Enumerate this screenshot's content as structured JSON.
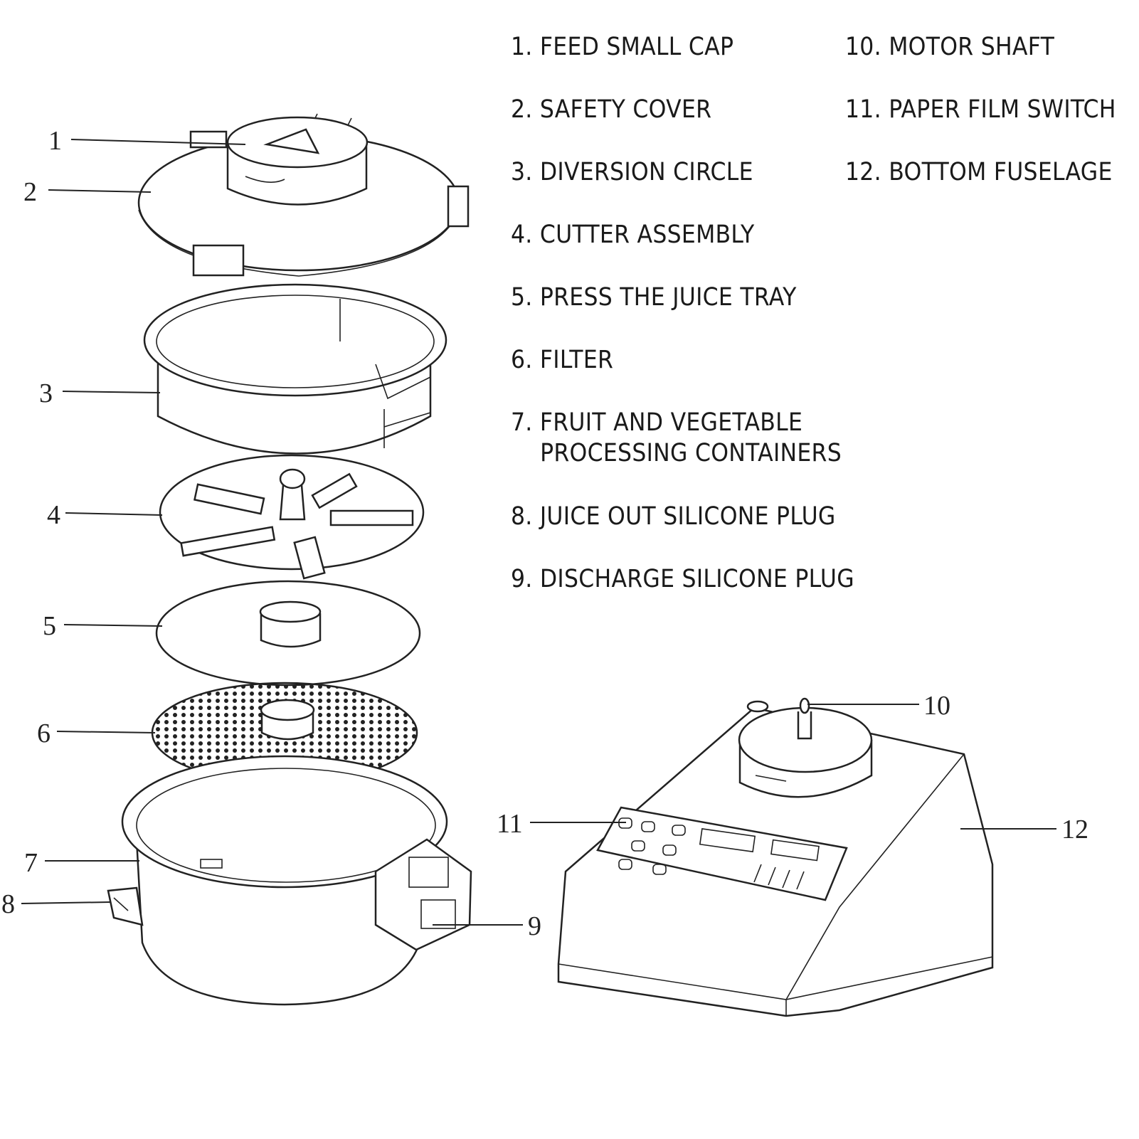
{
  "legend": {
    "left": [
      "1. FEED SMALL CAP",
      "2. SAFETY COVER",
      "3. DIVERSION CIRCLE",
      "4. CUTTER ASSEMBLY",
      "5. PRESS THE JUICE TRAY",
      "6. FILTER",
      "7. FRUIT AND VEGETABLE\n    PROCESSING CONTAINERS",
      "8. JUICE OUT SILICONE PLUG",
      "9. DISCHARGE SILICONE PLUG"
    ],
    "right": [
      "10. MOTOR SHAFT",
      "11. PAPER FILM SWITCH",
      "12. BOTTOM FUSELAGE"
    ]
  },
  "callouts": [
    "1",
    "2",
    "3",
    "4",
    "5",
    "6",
    "7",
    "8",
    "9",
    "10",
    "11",
    "12"
  ]
}
